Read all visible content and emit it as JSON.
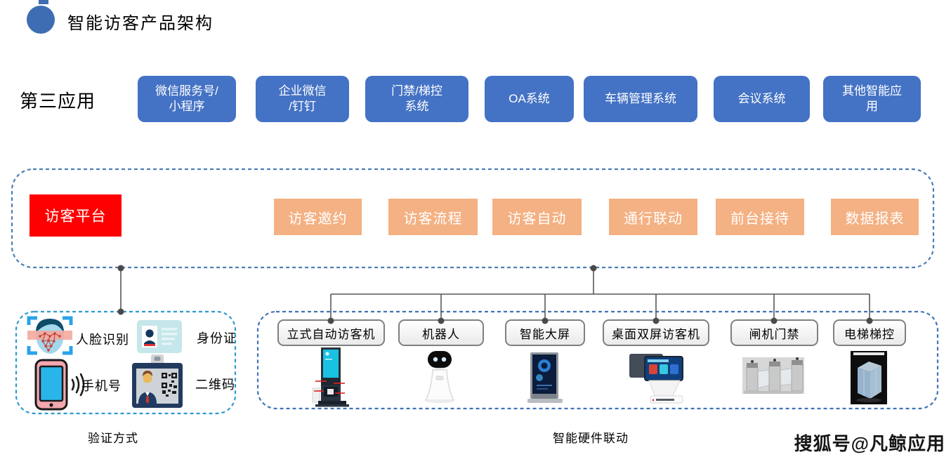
{
  "header": {
    "title": "智能访客产品架构"
  },
  "third_apps": {
    "row_label": "第三应用",
    "items": [
      {
        "label": "微信服务号/\n小程序"
      },
      {
        "label": "企业微信\n/钉钉"
      },
      {
        "label": "门禁/梯控\n系统"
      },
      {
        "label": "OA系统"
      },
      {
        "label": "车辆管理系统"
      },
      {
        "label": "会议系统"
      },
      {
        "label": "其他智能应\n用"
      }
    ]
  },
  "platform": {
    "main_label": "访客平台",
    "modules": [
      {
        "label": "访客邀约"
      },
      {
        "label": "访客流程"
      },
      {
        "label": "访客自动"
      },
      {
        "label": "通行联动"
      },
      {
        "label": "前台接待"
      },
      {
        "label": "数据报表"
      }
    ]
  },
  "verification": {
    "caption": "验证方式",
    "items": [
      {
        "icon": "face-recognition-icon",
        "label": "人脸识别"
      },
      {
        "icon": "id-card-icon",
        "label": "身份证"
      },
      {
        "icon": "phone-icon",
        "label": "手机号"
      },
      {
        "icon": "qr-badge-icon",
        "label": "二维码"
      }
    ]
  },
  "hardware": {
    "caption": "智能硬件联动",
    "devices": [
      {
        "label": "立式自动访客机",
        "icon": "kiosk-image"
      },
      {
        "label": "机器人",
        "icon": "robot-image"
      },
      {
        "label": "智能大屏",
        "icon": "signage-image"
      },
      {
        "label": "桌面双屏访客机",
        "icon": "desktop-dual-screen-image"
      },
      {
        "label": "闸机门禁",
        "icon": "turnstile-image"
      },
      {
        "label": "电梯梯控",
        "icon": "elevator-image"
      }
    ]
  },
  "watermark": {
    "text": "搜狐号@凡鲸应用"
  },
  "colors": {
    "app_blue": "#4472C4",
    "platform_red": "#FE0000",
    "module_orange": "#F4B183",
    "dash_main": "#4D7FB5",
    "dash_verification": "#2E9BD0",
    "dash_hardware": "#3F74B8",
    "connector_gray": "#595959"
  }
}
